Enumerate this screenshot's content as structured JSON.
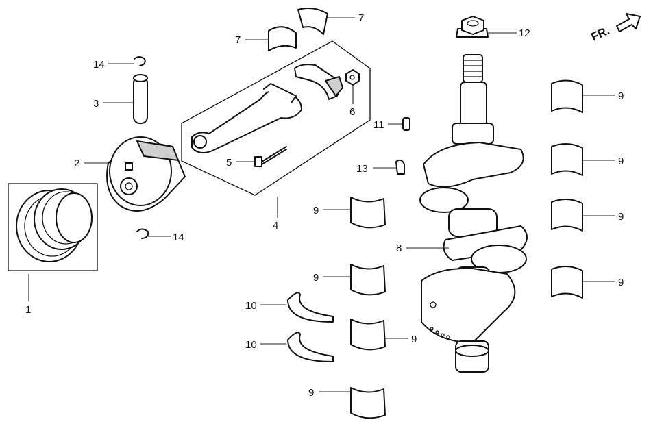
{
  "direction_label": "FR.",
  "callouts": [
    {
      "id": "c1",
      "text": "1"
    },
    {
      "id": "c2",
      "text": "2"
    },
    {
      "id": "c3",
      "text": "3"
    },
    {
      "id": "c4",
      "text": "4"
    },
    {
      "id": "c5",
      "text": "5"
    },
    {
      "id": "c6",
      "text": "6"
    },
    {
      "id": "c7a",
      "text": "7"
    },
    {
      "id": "c7b",
      "text": "7"
    },
    {
      "id": "c8",
      "text": "8"
    },
    {
      "id": "c9a",
      "text": "9"
    },
    {
      "id": "c9b",
      "text": "9"
    },
    {
      "id": "c9c",
      "text": "9"
    },
    {
      "id": "c9d",
      "text": "9"
    },
    {
      "id": "c9e",
      "text": "9"
    },
    {
      "id": "c9f",
      "text": "9"
    },
    {
      "id": "c9g",
      "text": "9"
    },
    {
      "id": "c9h",
      "text": "9"
    },
    {
      "id": "c10a",
      "text": "10"
    },
    {
      "id": "c10b",
      "text": "10"
    },
    {
      "id": "c11",
      "text": "11"
    },
    {
      "id": "c12",
      "text": "12"
    },
    {
      "id": "c13",
      "text": "13"
    },
    {
      "id": "c14a",
      "text": "14"
    },
    {
      "id": "c14b",
      "text": "14"
    }
  ]
}
